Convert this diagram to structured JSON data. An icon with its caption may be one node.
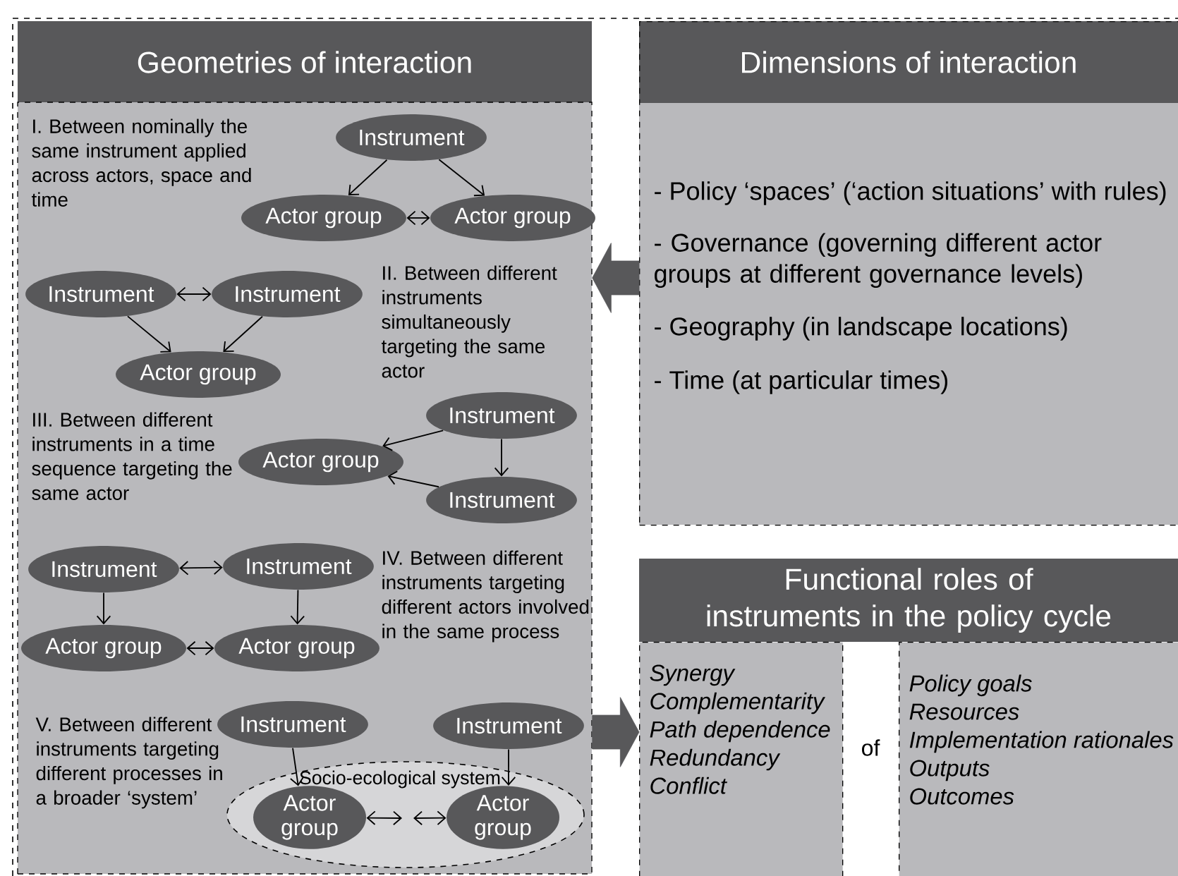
{
  "diagram": {
    "nodes": [
      {
        "text": [
          "Geometries of interaction"
        ]
      },
      {
        "text": [],
        "shape": "box"
      },
      {
        "text": [
          "Dimensions of interaction",
          "- Policy ‘spaces’ (‘action situations’ with rules)",
          "- Governance (governing different actor groups at different governance levels)",
          "- Geography (in landscape locations)",
          "- Time (at particular times)"
        ]
      },
      {
        "text": [
          "Functional roles of instruments in the policy cycle"
        ]
      },
      {
        "text": [
          "Synergy",
          "Complementarity",
          "Path dependence",
          "Redundancy",
          "Conflict"
        ]
      },
      {
        "text": [
          "Policy goals",
          "Resources",
          "Implementation rationales",
          "Outputs",
          "Outcomes"
        ]
      },
      {
        "text": [
          "Instrument"
        ],
        "in": 1
      },
      {
        "text": [
          "Actor group"
        ],
        "in": 1
      },
      {
        "text": [
          "Actor group"
        ],
        "in": 1
      },
      {
        "text": [
          "Instrument"
        ],
        "in": 1
      },
      {
        "text": [
          "Instrument"
        ],
        "in": 1
      },
      {
        "text": [
          "Actor group"
        ],
        "in": 1
      },
      {
        "text": [
          "Instrument"
        ],
        "in": 1
      },
      {
        "text": [
          "Actor group"
        ],
        "in": 1
      },
      {
        "text": [
          "Instrument"
        ],
        "in": 1
      },
      {
        "text": [
          "Instrument"
        ],
        "in": 1
      },
      {
        "text": [
          "Instrument"
        ],
        "in": 1
      },
      {
        "text": [
          "Actor group"
        ],
        "in": 1
      },
      {
        "text": [
          "Actor group"
        ],
        "in": 1
      },
      {
        "text": [
          "Instrument"
        ],
        "in": 1
      },
      {
        "text": [
          "Instrument"
        ],
        "in": 1
      },
      {
        "text": [
          "Socio-ecological system"
        ],
        "in": 1
      },
      {
        "text": [
          "Actor group"
        ],
        "in": 21
      },
      {
        "text": [
          "Actor group"
        ],
        "in": 21
      }
    ],
    "edges": [
      {
        "from": 2,
        "to": 1,
        "arrow": "to",
        "style": "thick",
        "color": "#58585a"
      },
      {
        "from": 1,
        "to": 4,
        "arrow": "to",
        "style": "thick",
        "color": "#58585a"
      },
      {
        "from": 6,
        "to": 7,
        "arrow": "to"
      },
      {
        "from": 6,
        "to": 8,
        "arrow": "to"
      },
      {
        "from": 7,
        "to": 8,
        "arrow": "both"
      },
      {
        "from": 9,
        "to": 10,
        "arrow": "both"
      },
      {
        "from": 9,
        "to": 11,
        "arrow": "to"
      },
      {
        "from": 10,
        "to": 11,
        "arrow": "to"
      },
      {
        "from": 12,
        "to": 13,
        "arrow": "to"
      },
      {
        "from": 12,
        "to": 14,
        "arrow": "to"
      },
      {
        "from": 14,
        "to": 13,
        "arrow": "to"
      },
      {
        "from": 15,
        "to": 16,
        "arrow": "both"
      },
      {
        "from": 15,
        "to": 17,
        "arrow": "to"
      },
      {
        "from": 16,
        "to": 18,
        "arrow": "to"
      },
      {
        "from": 17,
        "to": 18,
        "arrow": "both"
      },
      {
        "from": 19,
        "to": 22,
        "arrow": "to"
      },
      {
        "from": 20,
        "to": 23,
        "arrow": "to"
      },
      {
        "from": 22,
        "to": null,
        "arrow": "both"
      },
      {
        "from": null,
        "to": 23,
        "arrow": "both"
      }
    ],
    "labels": [
      "I. Between nominally the same instrument applied across actors, space and time",
      "II. Between different instruments simultaneously targeting the same actor",
      "III. Between different instruments in a time sequence targeting the same actor",
      "IV. Between different instruments targeting different actors involved in the same process",
      "V. Between different instruments targeting different processes in a broader ‘system’",
      "of"
    ]
  }
}
